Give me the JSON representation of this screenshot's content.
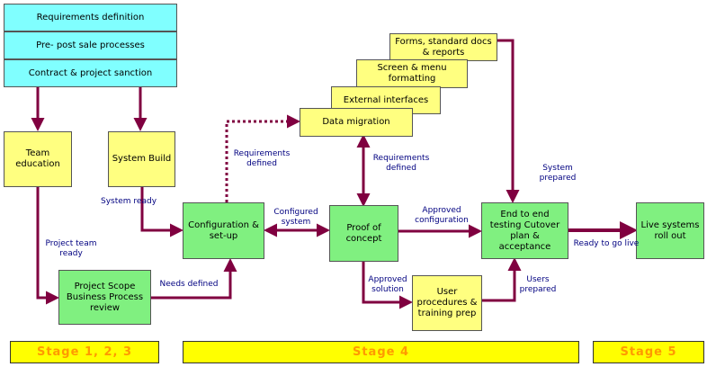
{
  "colors": {
    "arrow": "#800040",
    "cyan_box": "#80ffff",
    "yellow_box": "#ffff80",
    "green_box": "#80f080",
    "stage_bar": "#ffff00",
    "stage_text": "#ff9900",
    "label_text": "#000080"
  },
  "top_stack": {
    "requirements": "Requirements definition",
    "presale": "Pre- post sale processes",
    "contract": "Contract & project sanction"
  },
  "boxes": {
    "team_education": "Team education",
    "system_build": "System Build",
    "project_scope": "Project Scope Business Process review",
    "configuration": "Configuration & set-up",
    "proof_of_concept": "Proof of concept",
    "user_procedures": "User procedures & training prep",
    "end_to_end": "End to end testing Cutover plan & acceptance",
    "live_systems": "Live systems roll out",
    "forms": "Forms, standard docs & reports",
    "screen_menu": "Screen & menu formatting",
    "external_interfaces": "External interfaces",
    "data_migration": "Data migration"
  },
  "labels": {
    "system_ready": "System ready",
    "project_team_ready": "Project team ready",
    "needs_defined": "Needs defined",
    "requirements_defined_left": "Requirements defined",
    "configured_system": "Configured system",
    "requirements_defined_right": "Requirements defined",
    "approved_configuration": "Approved configuration",
    "approved_solution": "Approved solution",
    "users_prepared": "Users prepared",
    "system_prepared": "System prepared",
    "ready_to_go_live": "Ready to go live"
  },
  "stages": {
    "stage_1_3": "Stage 1, 2, 3",
    "stage_4": "Stage 4",
    "stage_5": "Stage 5"
  }
}
